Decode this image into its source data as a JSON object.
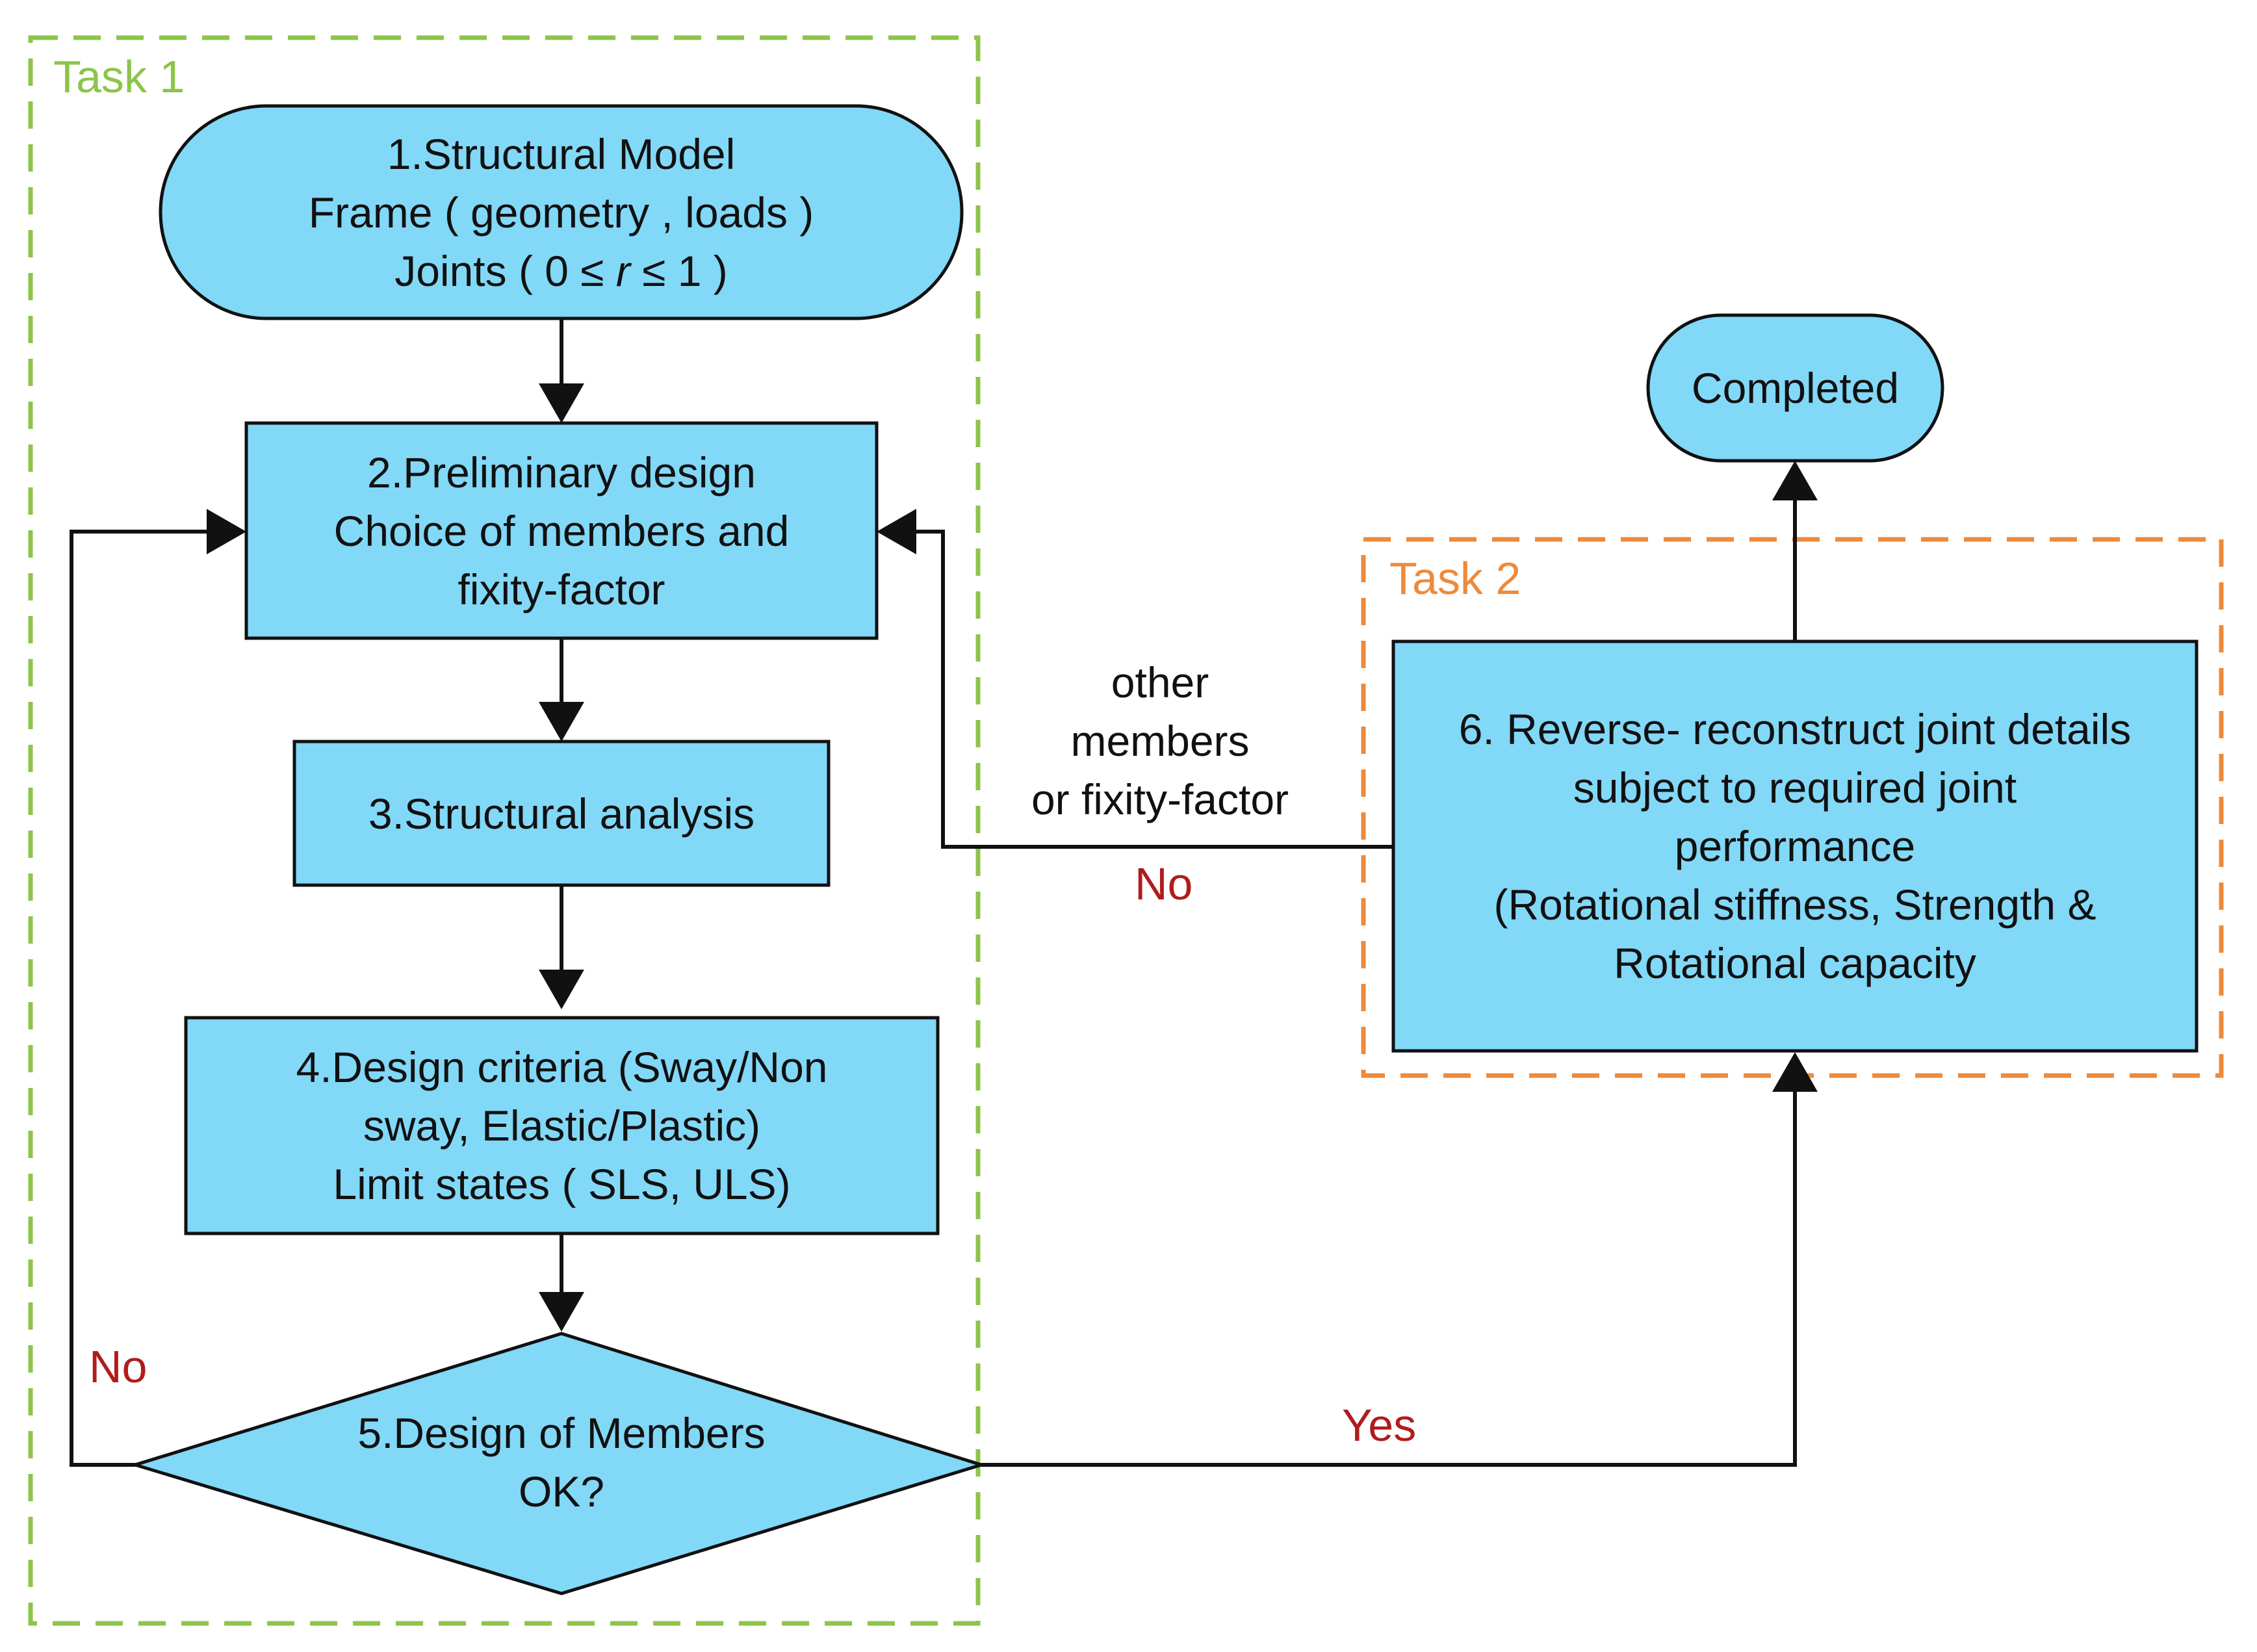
{
  "colors": {
    "node_fill": "#82d8f7",
    "node_stroke": "#111111",
    "task1_border": "#8dc44a",
    "task2_border": "#ee8a3a",
    "arrow": "#111111",
    "decision_label": "#b01c1c"
  },
  "groups": {
    "task1": {
      "title": "Task 1"
    },
    "task2": {
      "title": "Task 2"
    }
  },
  "nodes": {
    "n1": {
      "shape": "terminal",
      "lines": [
        "1.Structural Model",
        "Frame ( geometry , loads )",
        "Joints ( 0 ≤ r ≤ 1 )"
      ]
    },
    "n2": {
      "shape": "process",
      "lines": [
        "2.Preliminary design",
        "Choice of members and",
        "fixity-factor"
      ]
    },
    "n3": {
      "shape": "process",
      "lines": [
        "3.Structural analysis"
      ]
    },
    "n4": {
      "shape": "process",
      "lines": [
        "4.Design criteria (Sway/Non",
        "sway, Elastic/Plastic)",
        "Limit states ( SLS, ULS)"
      ]
    },
    "n5": {
      "shape": "decision",
      "lines": [
        "5.Design of Members",
        "OK?"
      ]
    },
    "n6": {
      "shape": "process",
      "lines": [
        "6. Reverse- reconstruct joint details",
        "subject to required joint",
        "performance",
        "(Rotational stiffness, Strength &",
        "Rotational capacity"
      ]
    },
    "done": {
      "shape": "terminal",
      "lines": [
        "Completed"
      ]
    }
  },
  "edges": {
    "no_left": {
      "label": "No"
    },
    "no_right": {
      "label": "No",
      "note": [
        "other",
        "members",
        "or fixity-factor"
      ]
    },
    "yes": {
      "label": "Yes"
    }
  }
}
